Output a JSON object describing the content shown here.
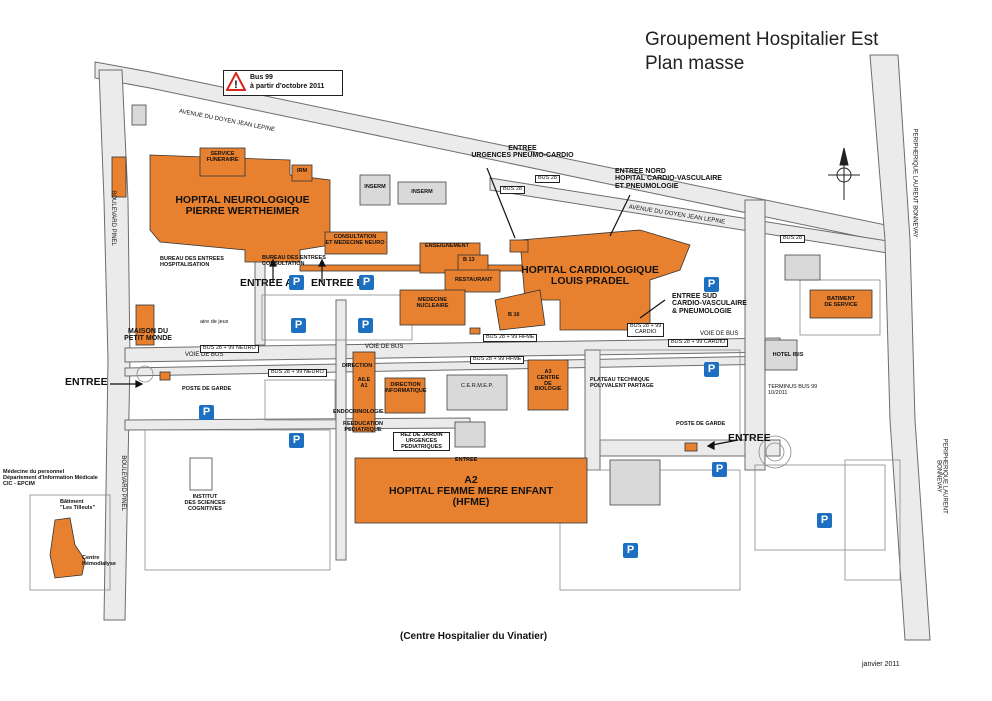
{
  "header": {
    "title_line1": "Groupement Hospitalier Est",
    "title_line2": "Plan masse"
  },
  "notice": {
    "line1": "Bus 99",
    "line2": "à partir d'octobre 2011",
    "icon": "warning-icon"
  },
  "roads": {
    "avenue_top": "AVENUE DU DOYEN JEAN LEPINE",
    "avenue_middle": "AVENUE DU DOYEN JEAN LEPINE",
    "boulevard_pinel_top": "BOULEVARD PINEL",
    "boulevard_pinel_bottom": "BOULEVARD PINEL",
    "peripherique_top": "PERIPHERIQUE LAURENT BONNEVAY",
    "peripherique_bottom": "PERIPHERIQUE LAURENT BONNEVAY",
    "voie_de_bus_1": "VOIE DE BUS",
    "voie_de_bus_2": "VOIE DE BUS",
    "voie_de_bus_3": "VOIE DE BUS"
  },
  "bus_labels": {
    "bus28_top": "BUS 28",
    "bus28_mid": "BUS 28",
    "bus28_right": "BUS 28",
    "bus_neuro_1": "BUS 28 + 99 NEURO",
    "bus_neuro_2": "BUS 28 + 99 NEURO",
    "bus_hfme_1": "BUS 28 + 99 HFME",
    "bus_hfme_2": "BUS 28 + 99 HFME",
    "bus_cardio_1": "BUS 28 + 99\nCARDIO",
    "bus_cardio_2": "BUS 28 + 99 CARDIO",
    "terminus": "TERMINUS BUS 99\n10/2011"
  },
  "buildings": {
    "neuro": "HOPITAL NEUROLOGIQUE\nPIERRE WERTHEIMER",
    "service_funeraire": "SERVICE\nFUNERAIRE",
    "irm": "IRM",
    "consultation_neuro": "CONSULTATION\nET MEDECINE NEURO",
    "inserm_1": "INSERM",
    "inserm_2": "INSERM",
    "cardio": "HOPITAL CARDIOLOGIQUE\nLOUIS PRADEL",
    "enseignement": "ENSEIGNEMENT",
    "b13": "B 13",
    "restaurant": "RESTAURANT",
    "medecine_nucleaire": "MEDECINE\nNUCLEAIRE",
    "b16": "B 16",
    "batiment_service": "BATIMENT\nDE SERVICE",
    "hotel_ibis": "HOTEL IBIS",
    "maison_petit_monde": "MAISON DU\nPETIT MONDE",
    "aile_a1": "AILE\nA1",
    "direction": "DIRECTION",
    "direction_informatique": "DIRECTION\nINFORMATIQUE",
    "cermep": "C.E.R.M.E.P.",
    "a3": "A3\nCENTRE\nDE\nBIOLOGIE",
    "plateau_technique": "PLATEAU TECHNIQUE\nPOLYVALENT PARTAGE",
    "endocrinologie": "ENDOCRINOLOGIE",
    "reeducation": "REEDUCATION\nPEDIATRIQUE",
    "rez_de_jardin": "REZ DE JARDIN\nURGENCES\nPEDIATRIQUES",
    "hfme": "A2\nHOPITAL FEMME MERE ENFANT\n(HFME)",
    "institut": "INSTITUT\nDES SCIENCES\nCOGNITIVES",
    "medecine_personnel": "Médecine du personnel\nDépartement d'Information Médicale\nCIC - EPCIM",
    "batiment_tilleuls": "Bâtiment\n\"Les Tilleuls\"",
    "centre_hemodialyse": "Centre\nHémodialyse",
    "aire_de_jeux": "aire de jeux"
  },
  "annotations": {
    "entree_urgences": "ENTREE\nURGENCES PNEUMO-CARDIO",
    "entree_nord": "ENTREE NORD\nHOPITAL CARDIO-VASCULAIRE\nET PNEUMOLOGIE",
    "entree_sud": "ENTREE SUD\nCARDIO-VASCULAIRE\n& PNEUMOLOGIE",
    "bureau_entrees_hosp": "BUREAU DES ENTREES\nHOSPITALISATION",
    "bureau_entrees_consult": "BUREAU DES ENTREES\nCONSULTATION",
    "entree_a": "ENTREE  A",
    "entree_b": "ENTREE  B",
    "entree_west": "ENTREE",
    "entree_east": "ENTREE",
    "entree_hfme": "ENTREE",
    "poste_garde_west": "POSTE DE GARDE",
    "poste_garde_east": "POSTE DE GARDE"
  },
  "parking_symbol": "P",
  "footer": {
    "caption": "(Centre Hospitalier du Vinatier)",
    "date": "janvier 2011"
  },
  "colors": {
    "building": "#e8812f",
    "parking": "#1c6fc1",
    "road": "#ececec",
    "outline": "#6d6d6d"
  }
}
